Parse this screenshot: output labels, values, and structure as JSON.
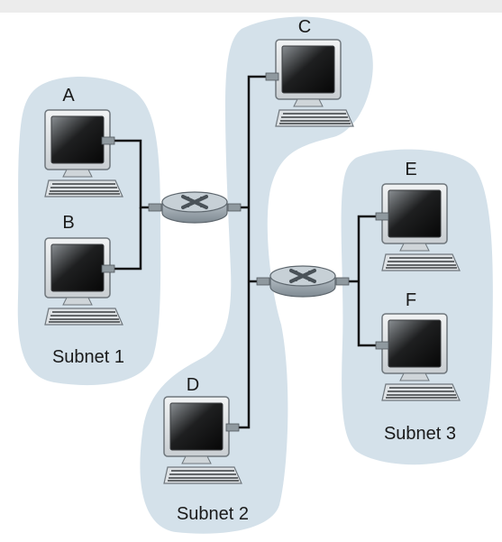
{
  "colors": {
    "subnet_fill": "#d4e1ea",
    "wire": "#111111",
    "router_body": "#a9b4bc",
    "router_top": "#c9d2d8",
    "monitor_frame": "#e3e6e8",
    "screen_dark": "#111111"
  },
  "hosts": {
    "A": "A",
    "B": "B",
    "C": "C",
    "D": "D",
    "E": "E",
    "F": "F"
  },
  "subnets": {
    "s1": "Subnet 1",
    "s2": "Subnet 2",
    "s3": "Subnet 3"
  },
  "icons": {
    "host": "desktop-computer-icon",
    "router": "router-icon"
  }
}
